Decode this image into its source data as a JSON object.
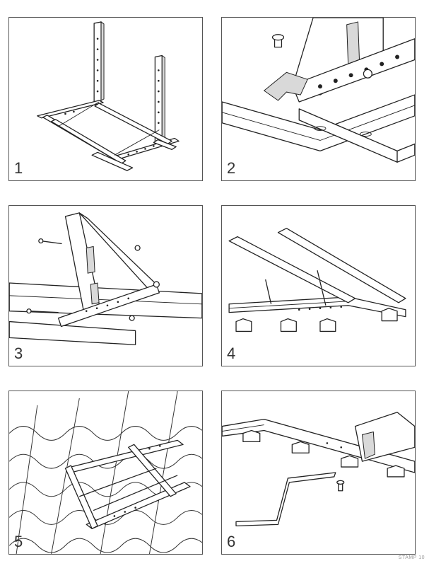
{
  "steps": [
    {
      "number": "1"
    },
    {
      "number": "2"
    },
    {
      "number": "3"
    },
    {
      "number": "4"
    },
    {
      "number": "5"
    },
    {
      "number": "6"
    }
  ],
  "footer_code": "STAMP 10"
}
